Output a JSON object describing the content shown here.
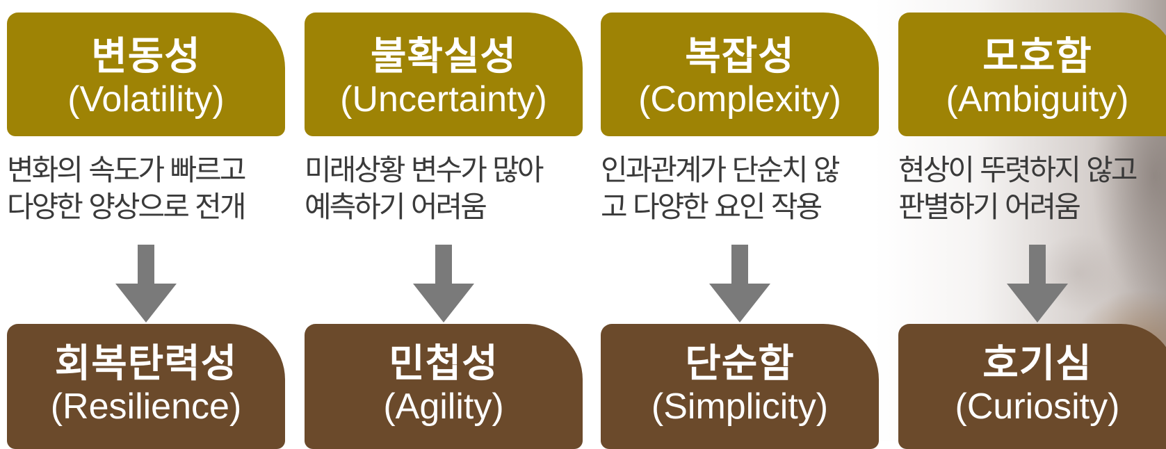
{
  "columns": [
    {
      "challenge_ko": "변동성",
      "challenge_en": "(Volatility)",
      "desc_line1": "변화의 속도가 빠르고",
      "desc_line2": "다양한 양상으로 전개",
      "response_ko": "회복탄력성",
      "response_en": "(Resilience)"
    },
    {
      "challenge_ko": "불확실성",
      "challenge_en": "(Uncertainty)",
      "desc_line1": "미래상황 변수가 많아",
      "desc_line2": "예측하기 어려움",
      "response_ko": "민첩성",
      "response_en": "(Agility)"
    },
    {
      "challenge_ko": "복잡성",
      "challenge_en": "(Complexity)",
      "desc_line1": "인과관계가 단순치 않",
      "desc_line2": "고 다양한 요인 작용",
      "response_ko": "단순함",
      "response_en": "(Simplicity)"
    },
    {
      "challenge_ko": "모호함",
      "challenge_en": "(Ambiguity)",
      "desc_line1": "현상이 뚜렷하지 않고",
      "desc_line2": "판별하기 어려움",
      "response_ko": "호기심",
      "response_en": "(Curiosity)"
    }
  ],
  "colors": {
    "challenge_card": "#9e8305",
    "response_card": "#6b4a2b",
    "arrow": "#7a7a7a",
    "description_text": "#3a3a3a"
  },
  "icons": {
    "arrow": "down-arrow-icon"
  }
}
